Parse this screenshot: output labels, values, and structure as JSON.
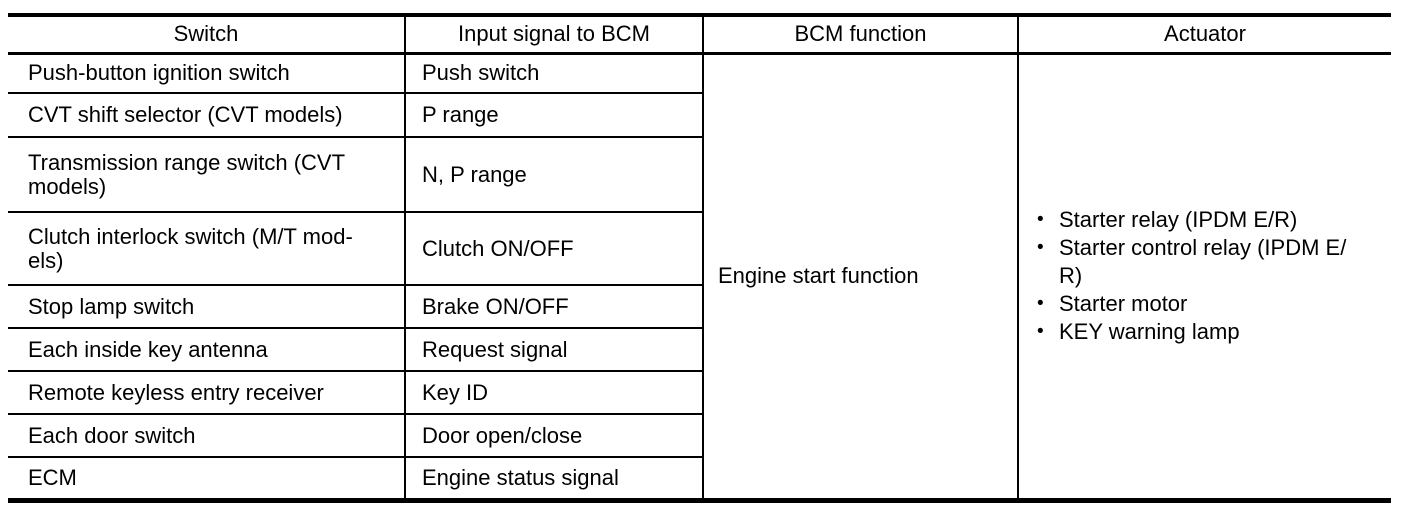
{
  "table": {
    "headers": {
      "switch": "Switch",
      "input": "Input signal to BCM",
      "function": "BCM function",
      "actuator": "Actuator"
    },
    "rows": [
      {
        "switch": "Push-button ignition switch",
        "input": "Push switch"
      },
      {
        "switch": "CVT shift selector (CVT models)",
        "input": "P range"
      },
      {
        "switch": "Transmission range switch (CVT\nmodels)",
        "input": "N, P range"
      },
      {
        "switch": "Clutch interlock switch (M/T mod-\nels)",
        "input": "Clutch ON/OFF"
      },
      {
        "switch": "Stop lamp switch",
        "input": "Brake ON/OFF"
      },
      {
        "switch": "Each inside key antenna",
        "input": "Request signal"
      },
      {
        "switch": "Remote keyless entry receiver",
        "input": "Key ID"
      },
      {
        "switch": "Each door switch",
        "input": "Door open/close"
      },
      {
        "switch": "ECM",
        "input": "Engine status signal"
      }
    ],
    "bcm_function": "Engine start function",
    "actuators": {
      "bullet": "•",
      "items": [
        "Starter relay (IPDM E/R)",
        "Starter control relay (IPDM E/\nR)",
        "Starter motor",
        "KEY warning lamp"
      ]
    },
    "colors": {
      "text": "#000000",
      "border": "#000000",
      "background": "#ffffff"
    }
  }
}
